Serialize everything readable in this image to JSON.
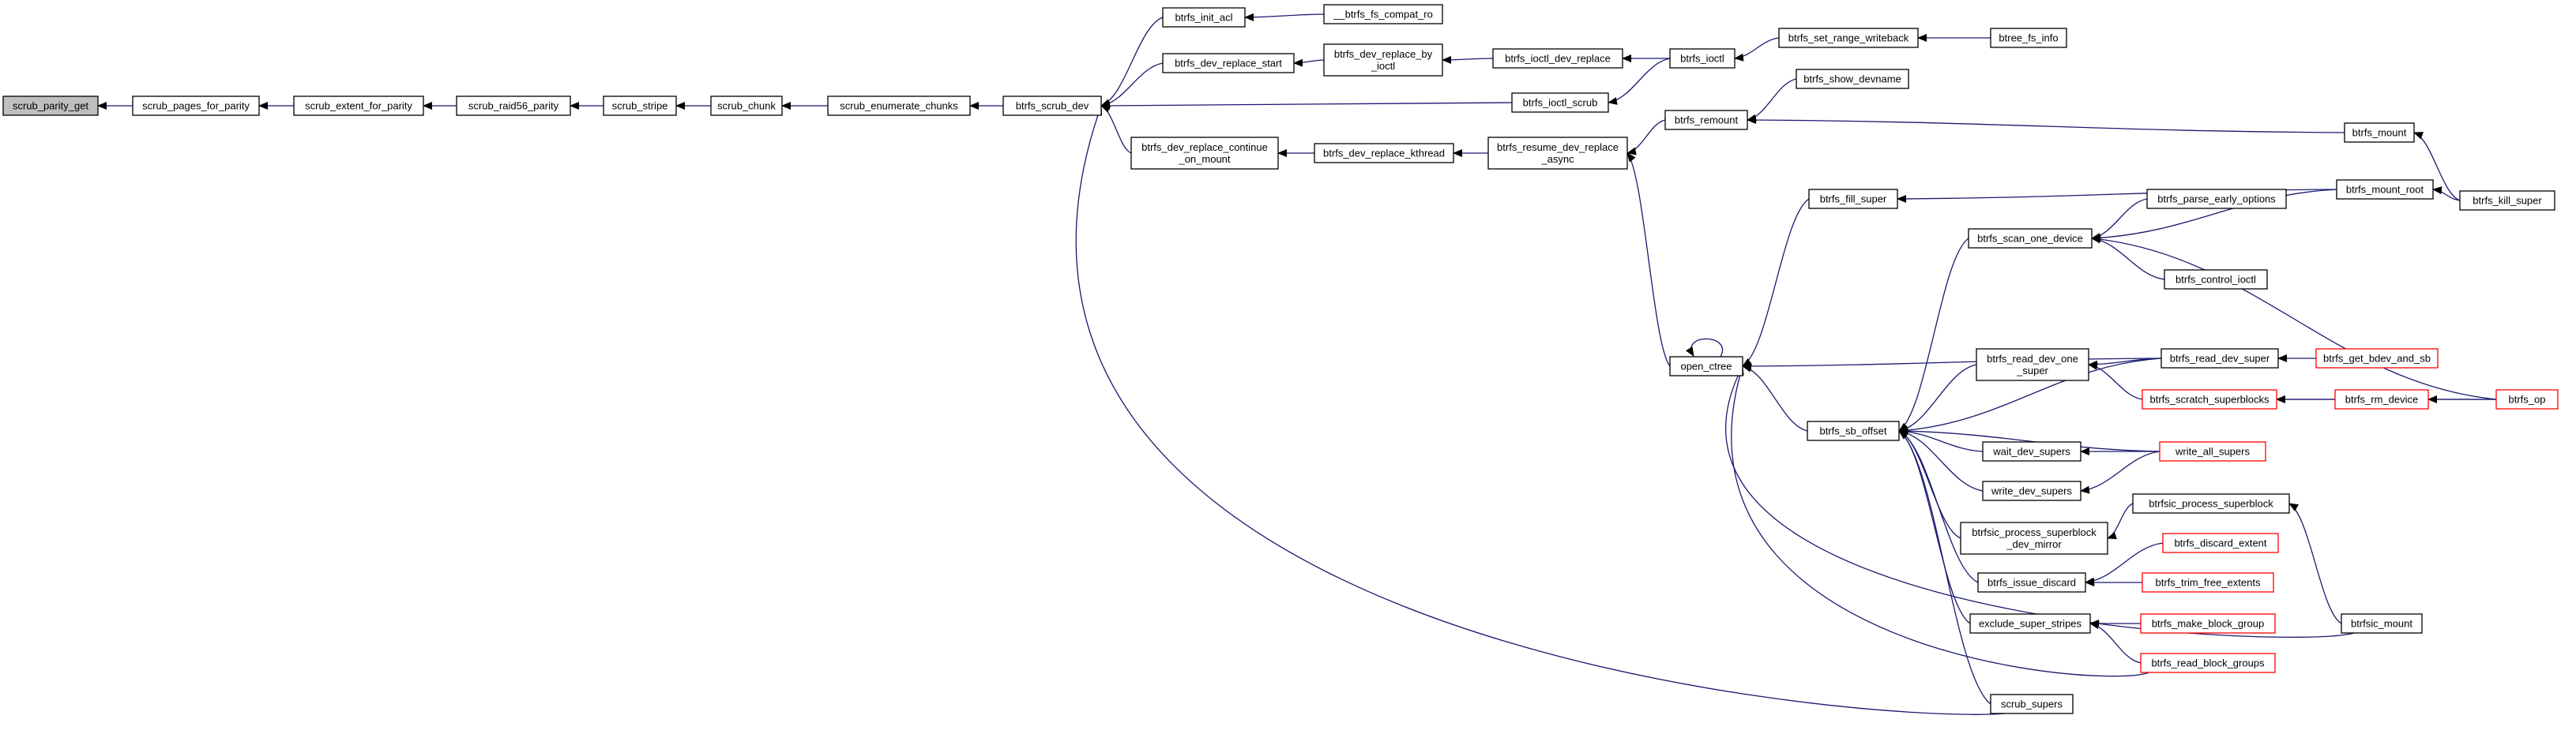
{
  "diagram": {
    "nodes": [
      {
        "id": "scrub_parity_get",
        "lines": [
          "scrub_parity_get"
        ],
        "root": true
      },
      {
        "id": "scrub_pages_for_parity",
        "lines": [
          "scrub_pages_for_parity"
        ]
      },
      {
        "id": "scrub_extent_for_parity",
        "lines": [
          "scrub_extent_for_parity"
        ]
      },
      {
        "id": "scrub_raid56_parity",
        "lines": [
          "scrub_raid56_parity"
        ]
      },
      {
        "id": "scrub_stripe",
        "lines": [
          "scrub_stripe"
        ]
      },
      {
        "id": "scrub_chunk",
        "lines": [
          "scrub_chunk"
        ]
      },
      {
        "id": "scrub_enumerate_chunks",
        "lines": [
          "scrub_enumerate_chunks"
        ]
      },
      {
        "id": "btrfs_scrub_dev",
        "lines": [
          "btrfs_scrub_dev"
        ]
      },
      {
        "id": "btrfs_init_acl",
        "lines": [
          "btrfs_init_acl"
        ]
      },
      {
        "id": "__btrfs_fs_compat_ro",
        "lines": [
          "__btrfs_fs_compat_ro"
        ]
      },
      {
        "id": "btrfs_dev_replace_start",
        "lines": [
          "btrfs_dev_replace_start"
        ]
      },
      {
        "id": "btrfs_dev_replace_by_ioctl",
        "lines": [
          "btrfs_dev_replace_by",
          "_ioctl"
        ]
      },
      {
        "id": "btrfs_ioctl_dev_replace",
        "lines": [
          "btrfs_ioctl_dev_replace"
        ]
      },
      {
        "id": "btrfs_ioctl",
        "lines": [
          "btrfs_ioctl"
        ]
      },
      {
        "id": "btrfs_set_range_writeback",
        "lines": [
          "btrfs_set_range_writeback"
        ]
      },
      {
        "id": "btree_fs_info",
        "lines": [
          "btree_fs_info"
        ]
      },
      {
        "id": "btrfs_ioctl_scrub",
        "lines": [
          "btrfs_ioctl_scrub"
        ]
      },
      {
        "id": "btrfs_dev_replace_continue_on_mount",
        "lines": [
          "btrfs_dev_replace_continue",
          "_on_mount"
        ]
      },
      {
        "id": "btrfs_dev_replace_kthread",
        "lines": [
          "btrfs_dev_replace_kthread"
        ]
      },
      {
        "id": "btrfs_resume_dev_replace_async",
        "lines": [
          "btrfs_resume_dev_replace",
          "_async"
        ]
      },
      {
        "id": "btrfs_show_devname",
        "lines": [
          "btrfs_show_devname"
        ]
      },
      {
        "id": "btrfs_remount",
        "lines": [
          "btrfs_remount"
        ]
      },
      {
        "id": "btrfs_mount",
        "lines": [
          "btrfs_mount"
        ]
      },
      {
        "id": "btrfs_kill_super",
        "lines": [
          "btrfs_kill_super"
        ]
      },
      {
        "id": "btrfs_fill_super",
        "lines": [
          "btrfs_fill_super"
        ]
      },
      {
        "id": "btrfs_mount_root",
        "lines": [
          "btrfs_mount_root"
        ]
      },
      {
        "id": "btrfs_parse_early_options",
        "lines": [
          "btrfs_parse_early_options"
        ]
      },
      {
        "id": "btrfs_scan_one_device",
        "lines": [
          "btrfs_scan_one_device"
        ]
      },
      {
        "id": "btrfs_control_ioctl",
        "lines": [
          "btrfs_control_ioctl"
        ]
      },
      {
        "id": "open_ctree",
        "lines": [
          "open_ctree"
        ]
      },
      {
        "id": "btrfs_read_dev_super",
        "lines": [
          "btrfs_read_dev_super"
        ]
      },
      {
        "id": "btrfs_get_bdev_and_sb",
        "lines": [
          "btrfs_get_bdev_and_sb"
        ],
        "truncated": true
      },
      {
        "id": "btrfs_read_dev_one_super",
        "lines": [
          "btrfs_read_dev_one",
          "_super"
        ]
      },
      {
        "id": "btrfs_scratch_superblocks",
        "lines": [
          "btrfs_scratch_superblocks"
        ],
        "truncated": true
      },
      {
        "id": "btrfs_rm_device",
        "lines": [
          "btrfs_rm_device"
        ],
        "truncated": true
      },
      {
        "id": "btrfs_op",
        "lines": [
          "btrfs_op"
        ],
        "truncated": true
      },
      {
        "id": "btrfs_sb_offset",
        "lines": [
          "btrfs_sb_offset"
        ]
      },
      {
        "id": "wait_dev_supers",
        "lines": [
          "wait_dev_supers"
        ]
      },
      {
        "id": "write_all_supers",
        "lines": [
          "write_all_supers"
        ],
        "truncated": true
      },
      {
        "id": "write_dev_supers",
        "lines": [
          "write_dev_supers"
        ]
      },
      {
        "id": "btrfsic_process_superblock_dev_mirror",
        "lines": [
          "btrfsic_process_superblock",
          "_dev_mirror"
        ]
      },
      {
        "id": "btrfsic_process_superblock",
        "lines": [
          "btrfsic_process_superblock"
        ]
      },
      {
        "id": "btrfs_discard_extent",
        "lines": [
          "btrfs_discard_extent"
        ],
        "truncated": true
      },
      {
        "id": "btrfs_issue_discard",
        "lines": [
          "btrfs_issue_discard"
        ]
      },
      {
        "id": "btrfs_trim_free_extents",
        "lines": [
          "btrfs_trim_free_extents"
        ],
        "truncated": true
      },
      {
        "id": "exclude_super_stripes",
        "lines": [
          "exclude_super_stripes"
        ]
      },
      {
        "id": "btrfs_make_block_group",
        "lines": [
          "btrfs_make_block_group"
        ],
        "truncated": true
      },
      {
        "id": "btrfsic_mount",
        "lines": [
          "btrfsic_mount"
        ]
      },
      {
        "id": "btrfs_read_block_groups",
        "lines": [
          "btrfs_read_block_groups"
        ],
        "truncated": true
      },
      {
        "id": "scrub_supers",
        "lines": [
          "scrub_supers"
        ]
      }
    ],
    "edges": [
      {
        "from": "scrub_pages_for_parity",
        "to": "scrub_parity_get"
      },
      {
        "from": "scrub_extent_for_parity",
        "to": "scrub_pages_for_parity"
      },
      {
        "from": "scrub_raid56_parity",
        "to": "scrub_extent_for_parity"
      },
      {
        "from": "scrub_stripe",
        "to": "scrub_raid56_parity"
      },
      {
        "from": "scrub_chunk",
        "to": "scrub_stripe"
      },
      {
        "from": "scrub_enumerate_chunks",
        "to": "scrub_chunk"
      },
      {
        "from": "btrfs_scrub_dev",
        "to": "scrub_enumerate_chunks"
      },
      {
        "from": "btrfs_init_acl",
        "to": "btrfs_scrub_dev"
      },
      {
        "from": "btrfs_dev_replace_start",
        "to": "btrfs_scrub_dev"
      },
      {
        "from": "btrfs_ioctl_scrub",
        "to": "btrfs_scrub_dev"
      },
      {
        "from": "btrfs_dev_replace_continue_on_mount",
        "to": "btrfs_scrub_dev"
      },
      {
        "from": "scrub_supers",
        "to": "btrfs_scrub_dev"
      },
      {
        "from": "__btrfs_fs_compat_ro",
        "to": "btrfs_init_acl"
      },
      {
        "from": "btrfs_dev_replace_by_ioctl",
        "to": "btrfs_dev_replace_start"
      },
      {
        "from": "btrfs_ioctl_dev_replace",
        "to": "btrfs_dev_replace_by_ioctl"
      },
      {
        "from": "btrfs_ioctl",
        "to": "btrfs_ioctl_dev_replace"
      },
      {
        "from": "btrfs_set_range_writeback",
        "to": "btrfs_ioctl"
      },
      {
        "from": "btree_fs_info",
        "to": "btrfs_set_range_writeback"
      },
      {
        "from": "btrfs_ioctl",
        "to": "btrfs_ioctl_scrub"
      },
      {
        "from": "btrfs_dev_replace_kthread",
        "to": "btrfs_dev_replace_continue_on_mount"
      },
      {
        "from": "btrfs_resume_dev_replace_async",
        "to": "btrfs_dev_replace_kthread"
      },
      {
        "from": "btrfs_remount",
        "to": "btrfs_resume_dev_replace_async"
      },
      {
        "from": "open_ctree",
        "to": "btrfs_resume_dev_replace_async"
      },
      {
        "from": "btrfs_show_devname",
        "to": "btrfs_remount"
      },
      {
        "from": "btrfs_mount",
        "to": "btrfs_remount"
      },
      {
        "from": "btrfs_kill_super",
        "to": "btrfs_mount"
      },
      {
        "from": "btrfs_kill_super",
        "to": "btrfs_mount_root"
      },
      {
        "from": "btrfs_mount_root",
        "to": "btrfs_fill_super"
      },
      {
        "from": "btrfs_mount_root",
        "to": "btrfs_scan_one_device"
      },
      {
        "from": "btrfs_parse_early_options",
        "to": "btrfs_scan_one_device"
      },
      {
        "from": "btrfs_control_ioctl",
        "to": "btrfs_scan_one_device"
      },
      {
        "from": "btrfs_op",
        "to": "btrfs_scan_one_device"
      },
      {
        "from": "btrfs_fill_super",
        "to": "open_ctree"
      },
      {
        "from": "open_ctree",
        "to": "open_ctree"
      },
      {
        "from": "btrfs_read_dev_super",
        "to": "open_ctree"
      },
      {
        "from": "btrfs_sb_offset",
        "to": "open_ctree"
      },
      {
        "from": "btrfs_read_block_groups",
        "to": "open_ctree"
      },
      {
        "from": "btrfsic_mount",
        "to": "open_ctree"
      },
      {
        "from": "btrfs_get_bdev_and_sb",
        "to": "btrfs_read_dev_super"
      },
      {
        "from": "btrfs_scratch_superblocks",
        "to": "btrfs_read_dev_one_super"
      },
      {
        "from": "btrfs_read_dev_super",
        "to": "btrfs_read_dev_one_super"
      },
      {
        "from": "btrfs_rm_device",
        "to": "btrfs_scratch_superblocks"
      },
      {
        "from": "btrfs_op",
        "to": "btrfs_scratch_superblocks"
      },
      {
        "from": "btrfs_op",
        "to": "btrfs_rm_device"
      },
      {
        "from": "btrfs_scan_one_device",
        "to": "btrfs_sb_offset"
      },
      {
        "from": "btrfs_read_dev_super",
        "to": "btrfs_sb_offset"
      },
      {
        "from": "btrfs_read_dev_one_super",
        "to": "btrfs_sb_offset"
      },
      {
        "from": "wait_dev_supers",
        "to": "btrfs_sb_offset"
      },
      {
        "from": "write_all_supers",
        "to": "btrfs_sb_offset"
      },
      {
        "from": "write_dev_supers",
        "to": "btrfs_sb_offset"
      },
      {
        "from": "btrfsic_process_superblock_dev_mirror",
        "to": "btrfs_sb_offset"
      },
      {
        "from": "btrfs_issue_discard",
        "to": "btrfs_sb_offset"
      },
      {
        "from": "exclude_super_stripes",
        "to": "btrfs_sb_offset"
      },
      {
        "from": "scrub_supers",
        "to": "btrfs_sb_offset"
      },
      {
        "from": "write_all_supers",
        "to": "wait_dev_supers"
      },
      {
        "from": "write_all_supers",
        "to": "write_dev_supers"
      },
      {
        "from": "btrfsic_process_superblock",
        "to": "btrfsic_process_superblock_dev_mirror"
      },
      {
        "from": "btrfsic_mount",
        "to": "btrfsic_process_superblock"
      },
      {
        "from": "btrfs_discard_extent",
        "to": "btrfs_issue_discard"
      },
      {
        "from": "btrfs_trim_free_extents",
        "to": "btrfs_issue_discard"
      },
      {
        "from": "btrfs_make_block_group",
        "to": "exclude_super_stripes"
      },
      {
        "from": "btrfs_read_block_groups",
        "to": "exclude_super_stripes"
      }
    ]
  }
}
